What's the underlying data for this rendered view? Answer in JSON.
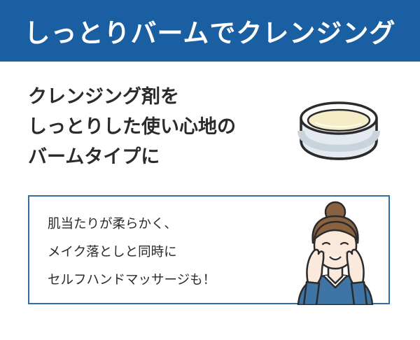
{
  "banner": {
    "title": "しっとりバームでクレンジング"
  },
  "headline": {
    "lines": [
      "クレンジング剤を",
      "しっとりした使い心地の",
      "バームタイプに"
    ]
  },
  "info": {
    "lines": [
      "肌当たりが柔らかく、",
      "メイク落としと同時に",
      "セルフハンドマッサージも！"
    ]
  },
  "colors": {
    "banner": "#1b5fa3",
    "box_border": "#2f6ea8",
    "text": "#2b2b2b",
    "balm": "#f5ecc8",
    "shirt": "#3f74a7",
    "hair": "#8b6240",
    "skin": "#fbe9dc"
  },
  "icons": {
    "bowl": "balm-jar-icon",
    "person": "woman-massaging-face-illustration"
  }
}
